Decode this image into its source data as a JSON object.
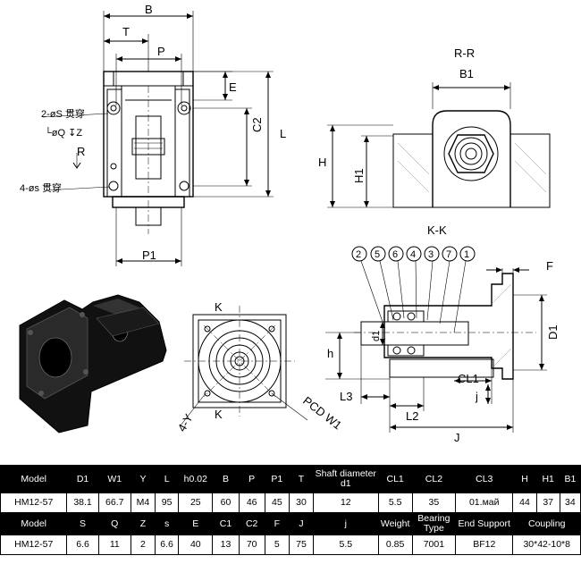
{
  "drawing": {
    "view_section_title": "R-R",
    "view_kk_title": "K-K",
    "labels": {
      "B": "B",
      "T": "T",
      "P": "P",
      "E": "E",
      "C2": "C2",
      "L": "L",
      "P1": "P1",
      "R": "R",
      "hole_2": "2-øS 贯穿",
      "hole_2_sub": "└øQ ↧Z",
      "hole_4": "4-øs 贯穿",
      "B1": "B1",
      "H": "H",
      "H1": "H1",
      "K_top": "K",
      "K_bottom": "K",
      "Y": "4-Y",
      "PCD": "PCD W1",
      "F": "F",
      "D1": "D1",
      "d1": "d1",
      "h": "h",
      "L3": "L3",
      "L2": "L2",
      "CL1": "CL1",
      "j": "j",
      "J": "J",
      "balloons": [
        "2",
        "5",
        "6",
        "4",
        "3",
        "7",
        "1"
      ]
    }
  },
  "table": {
    "row1_headers": [
      "Model",
      "D1",
      "W1",
      "Y",
      "L",
      "h0.02",
      "B",
      "P",
      "P1",
      "T",
      "Shaft diameter d1",
      "CL1",
      "CL2",
      "CL3",
      "H",
      "H1",
      "B1"
    ],
    "row1_values": [
      "HM12-57",
      "38.1",
      "66.7",
      "M4",
      "95",
      "25",
      "60",
      "46",
      "45",
      "30",
      "12",
      "5.5",
      "35",
      "01.май",
      "44",
      "37",
      "34"
    ],
    "row2_headers": [
      "Model",
      "S",
      "Q",
      "Z",
      "s",
      "E",
      "C1",
      "C2",
      "F",
      "J",
      "j",
      "Weight",
      "Bearing Type",
      "End Support",
      "Coupling"
    ],
    "row2_values": [
      "HM12-57",
      "6.6",
      "11",
      "2",
      "6.6",
      "40",
      "13",
      "70",
      "5",
      "75",
      "5.5",
      "0.85",
      "7001",
      "BF12",
      "30*42-10*8"
    ]
  }
}
